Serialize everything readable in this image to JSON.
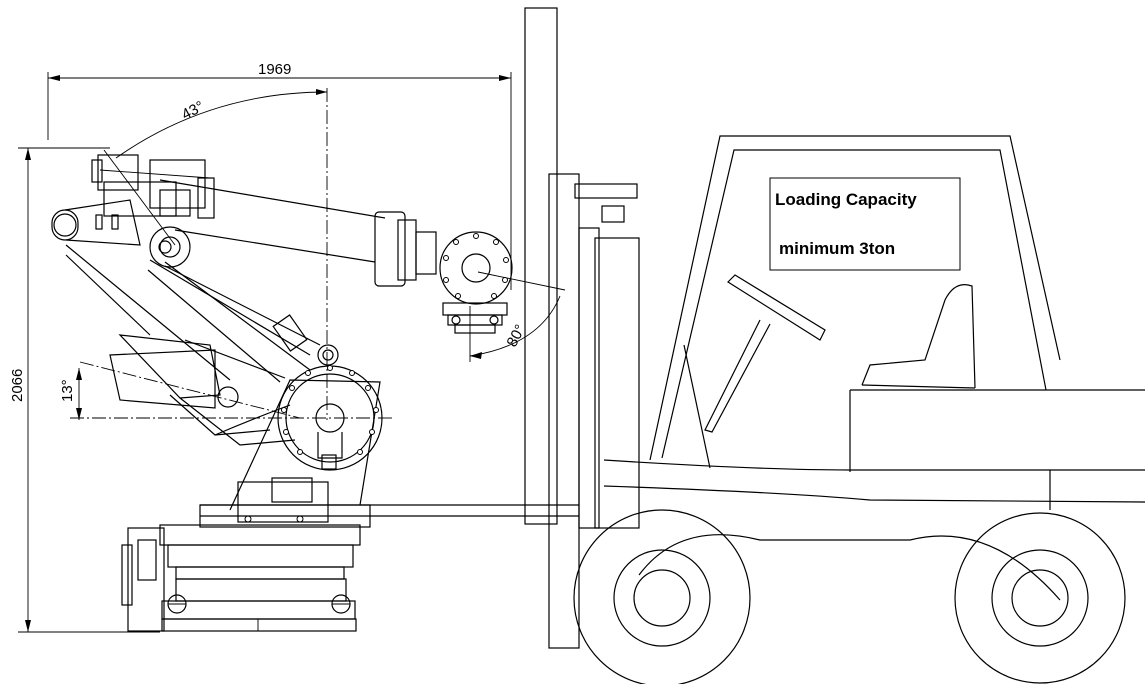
{
  "dimensions": {
    "reach": "1969",
    "height": "2066",
    "angle_upper": "43°",
    "angle_wrist": "80°",
    "angle_lower": "13°"
  },
  "forklift": {
    "label_line1": "Loading Capacity",
    "label_line2": "minimum 3ton"
  }
}
